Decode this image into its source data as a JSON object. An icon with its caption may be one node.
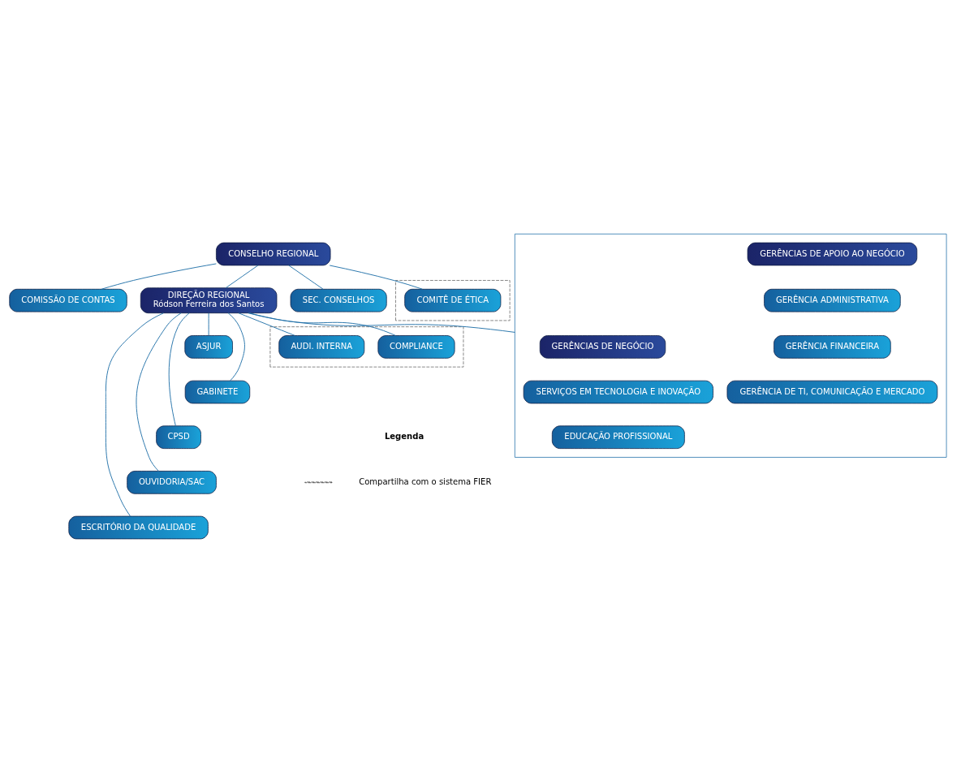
{
  "diagram": {
    "nodes": [
      {
        "text": [
          "CONSELHO REGIONAL"
        ]
      },
      {
        "text": [],
        "shape": "box"
      },
      {
        "text": [
          "COMITÊ DE ÉTICA"
        ],
        "in": 1
      },
      {
        "text": [
          "SEC. CONSELHOS"
        ]
      },
      {
        "text": [
          "COMISSÃO DE CONTAS"
        ]
      },
      {
        "text": [],
        "shape": "box"
      },
      {
        "text": [
          "COMPLIANCE"
        ],
        "in": 5
      },
      {
        "text": [
          "AUDI. INTERNA"
        ],
        "in": 5
      },
      {
        "text": [
          "DIREÇÃO REGIONAL",
          "Ródson Ferreira dos Santos"
        ]
      },
      {
        "text": [
          "ASJUR"
        ]
      },
      {
        "text": [
          "GABINETE"
        ]
      },
      {
        "text": [
          "CPSD"
        ]
      },
      {
        "text": [
          "OUVIDORIA/SAC"
        ]
      },
      {
        "text": [
          "ESCRITÓRIO DA QUALIDADE"
        ]
      },
      {
        "text": [],
        "shape": "box"
      },
      {
        "text": [
          "GERÊNCIAS DE NEGÓCIO"
        ],
        "in": 14
      },
      {
        "text": [
          "SERVIÇOS EM TECNOLOGIA E INOVAÇÃO"
        ],
        "in": 14
      },
      {
        "text": [
          "EDUCAÇÃO PROFISSIONAL"
        ],
        "in": 14
      },
      {
        "text": [
          "GERÊNCIAS DE APOIO AO NEGÓCIO"
        ],
        "in": 14
      },
      {
        "text": [
          "GERÊNCIA ADMINISTRATIVA"
        ],
        "in": 14
      },
      {
        "text": [
          "GERÊNCIA FINANCEIRA"
        ],
        "in": 14
      },
      {
        "text": [
          "GERÊNCIA DE TI, COMUNICAÇÃO E MERCADO"
        ],
        "in": 14
      }
    ],
    "edges": [
      {
        "from": 0,
        "to": 3,
        "arrow": "none"
      },
      {
        "from": 0,
        "to": 2,
        "arrow": "none"
      },
      {
        "from": 0,
        "to": 4,
        "arrow": "none"
      },
      {
        "from": 0,
        "to": 8,
        "arrow": "none"
      },
      {
        "from": 8,
        "to": 6,
        "arrow": "none"
      },
      {
        "from": 8,
        "to": 7,
        "arrow": "none"
      },
      {
        "from": 8,
        "to": 9,
        "arrow": "none"
      },
      {
        "from": 8,
        "to": 10,
        "arrow": "none"
      },
      {
        "from": 8,
        "to": 11,
        "arrow": "none"
      },
      {
        "from": 8,
        "to": 12,
        "arrow": "none"
      },
      {
        "from": 8,
        "to": 13,
        "arrow": "none"
      },
      {
        "from": 8,
        "to": 14,
        "arrow": "none"
      }
    ],
    "labels": [
      "Legenda"
    ],
    "legend": [
      {
        "text": "Compartilha com o sistema FIER"
      }
    ]
  }
}
